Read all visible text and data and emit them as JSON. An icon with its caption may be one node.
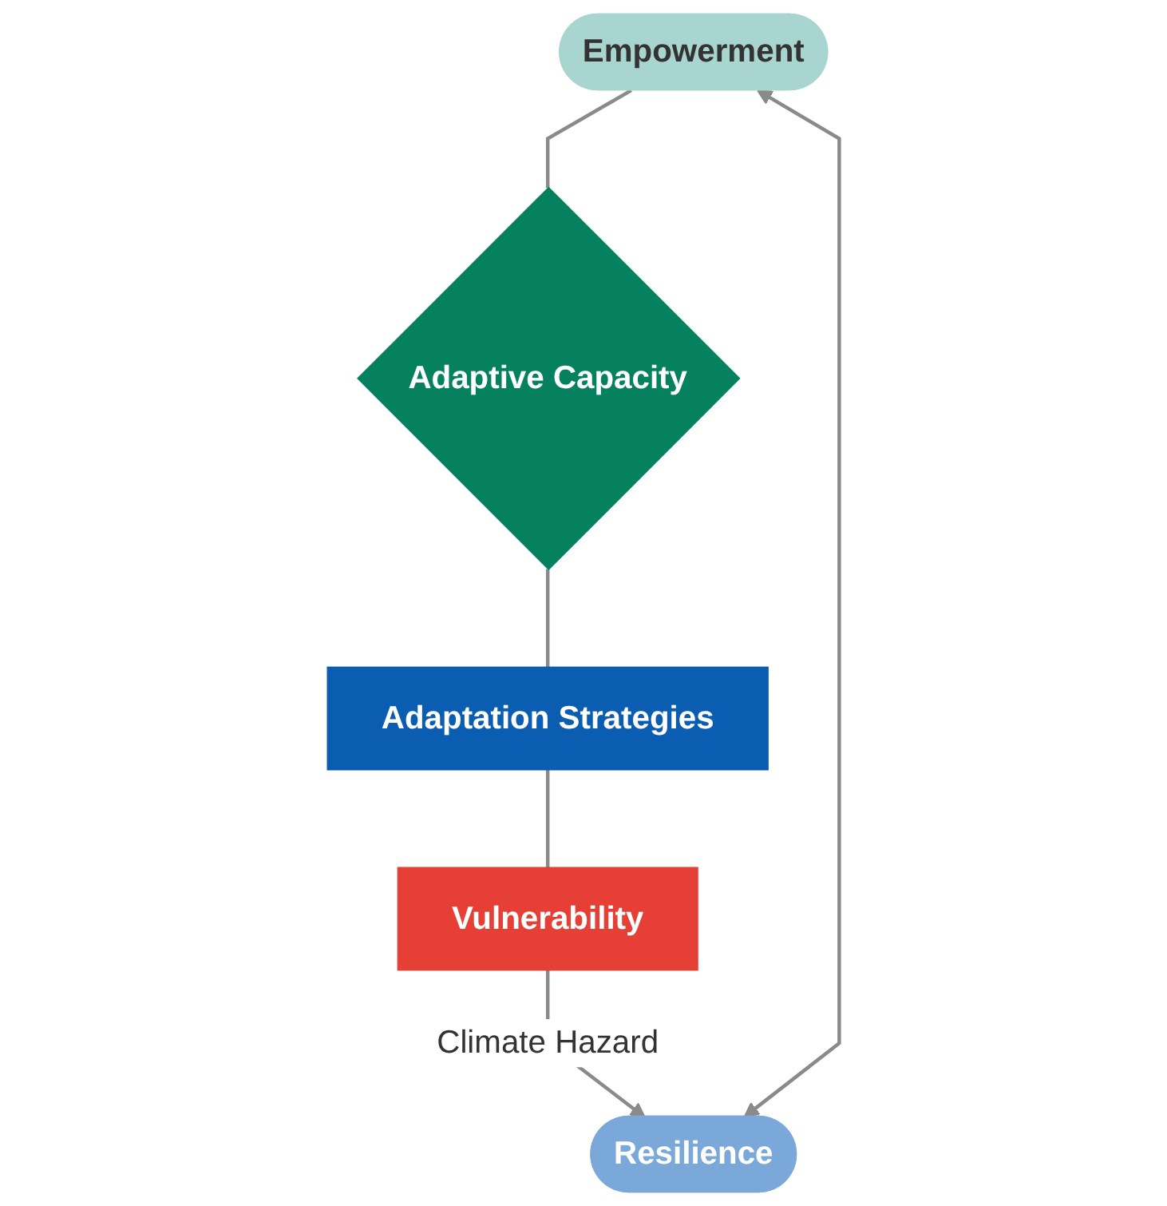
{
  "diagram": {
    "nodes": [
      {
        "text": [
          "Empowerment"
        ]
      },
      {
        "text": [
          "Adaptive Capacity"
        ]
      },
      {
        "text": [
          "Adaptation Strategies"
        ]
      },
      {
        "text": [
          "Vulnerability"
        ]
      },
      {
        "text": [
          "Resilience"
        ]
      }
    ],
    "edges": [
      {
        "from": 0,
        "to": 1,
        "arrow": "none"
      },
      {
        "from": 1,
        "to": 2,
        "arrow": "none"
      },
      {
        "from": 2,
        "to": 3,
        "arrow": "none"
      },
      {
        "from": 3,
        "to": 4,
        "arrow": "to",
        "label": "Climate Hazard"
      },
      {
        "from": 4,
        "to": 0,
        "arrow": "both"
      }
    ]
  }
}
